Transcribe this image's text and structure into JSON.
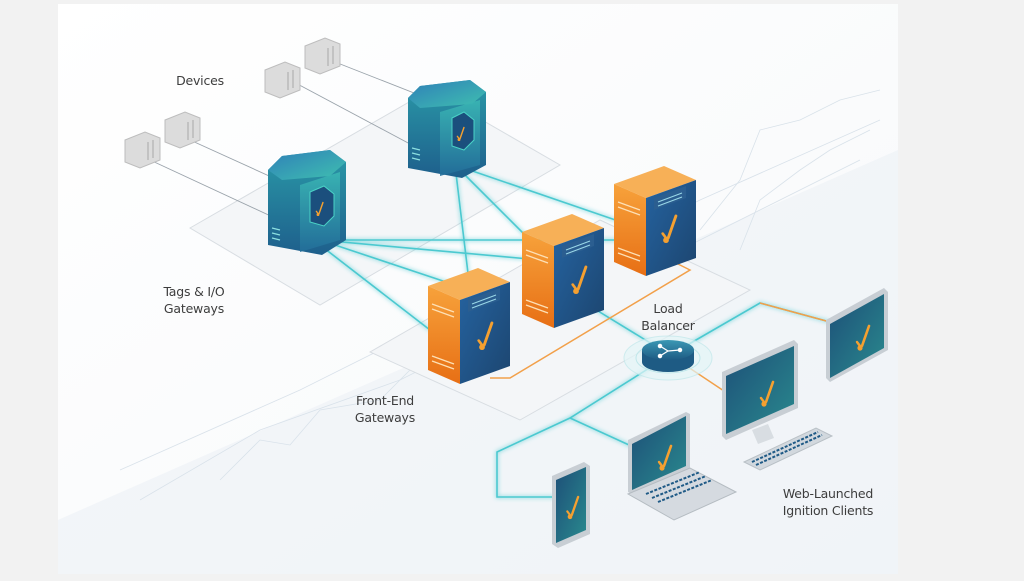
{
  "title": "Ignition Scale-Out Architecture",
  "labels": {
    "devices": "Devices",
    "tags_io_line1": "Tags & I/O",
    "tags_io_line2": "Gateways",
    "front_end_line1": "Front-End",
    "front_end_line2": "Gateways",
    "load_balancer_line1": "Load",
    "load_balancer_line2": "Balancer",
    "clients_line1": "Web-Launched",
    "clients_line2": "Ignition Clients"
  },
  "nodes": {
    "devices": [
      "device-1",
      "device-2",
      "device-3",
      "device-4"
    ],
    "io_gateways": [
      "io-gateway-1",
      "io-gateway-2"
    ],
    "front_end_gateways": [
      "front-end-gateway-1",
      "front-end-gateway-2",
      "front-end-gateway-3"
    ],
    "load_balancer": "load-balancer",
    "clients": [
      "tablet",
      "laptop",
      "desktop",
      "monitor"
    ]
  },
  "colors": {
    "teal_link": "#4cc9d0",
    "orange_link": "#f2a04a",
    "io_gateway": "#2a8fae",
    "front_end_body": "#f08a24",
    "front_end_face": "#1f5a86",
    "logo": "#f5a030",
    "label_text": "#3d3d3d"
  }
}
